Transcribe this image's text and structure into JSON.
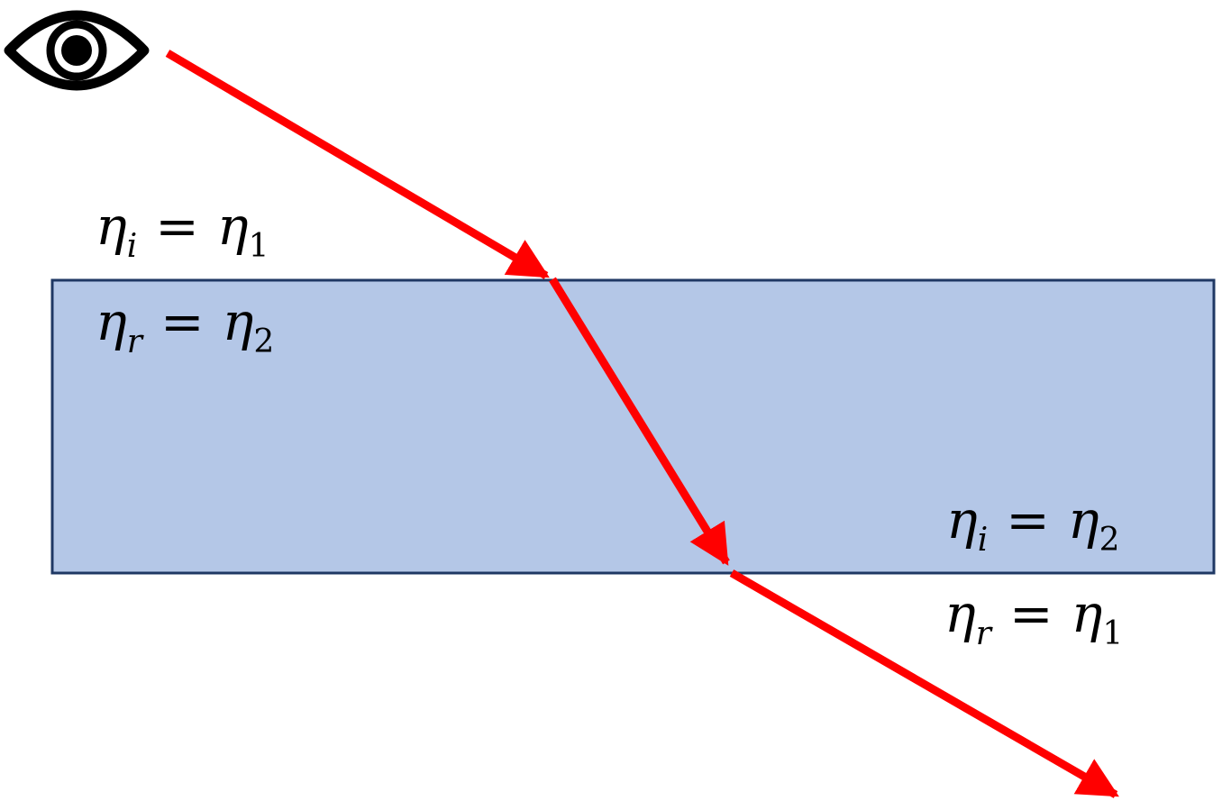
{
  "colors": {
    "background": "#ffffff",
    "slab_fill": "#b4c7e7",
    "slab_border": "#1f3864",
    "ray": "#ff0000",
    "eye": "#000000"
  },
  "icons": {
    "viewer": "eye-icon"
  },
  "labels": {
    "top_incident": {
      "symbol": "η",
      "sub": "i",
      "op": "=",
      "rhs": "η",
      "rhs_sub": "1"
    },
    "top_refracted": {
      "symbol": "η",
      "sub": "r",
      "op": "=",
      "rhs": "η",
      "rhs_sub": "2"
    },
    "bottom_incident": {
      "symbol": "η",
      "sub": "i",
      "op": "=",
      "rhs": "η",
      "rhs_sub": "2"
    },
    "bottom_refracted": {
      "symbol": "η",
      "sub": "r",
      "op": "=",
      "rhs": "η",
      "rhs_sub": "1"
    }
  }
}
